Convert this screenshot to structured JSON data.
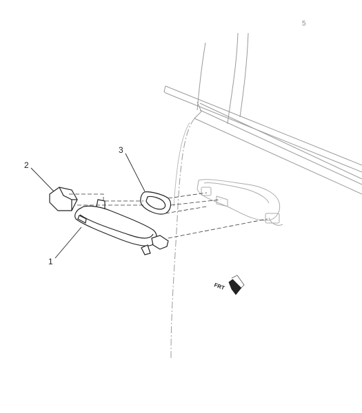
{
  "figure": {
    "id_label": "5",
    "callouts": [
      {
        "number": "1",
        "part": "door-outside-handle"
      },
      {
        "number": "2",
        "part": "handle-end-cap"
      },
      {
        "number": "3",
        "part": "handle-bezel-gasket"
      }
    ],
    "direction_indicator": {
      "label": "FRT",
      "icon": "arrow-right-icon"
    }
  }
}
